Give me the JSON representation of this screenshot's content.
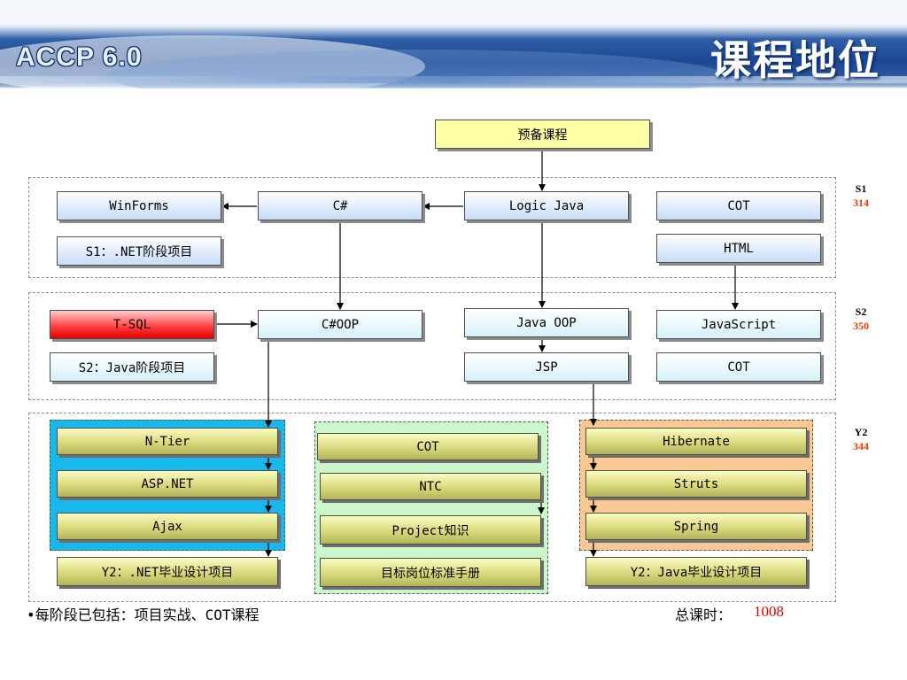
{
  "header": {
    "brand": "ACCP 6.0",
    "title": "课程地位"
  },
  "nodes": {
    "prep": "预备课程",
    "winforms": "WinForms",
    "csharp": "C#",
    "logic_java": "Logic Java",
    "cot_s1": "COT",
    "s1_project": "S1：.NET阶段项目",
    "html": "HTML",
    "tsql": "T-SQL",
    "csharp_oop": "C#OOP",
    "java_oop": "Java OOP",
    "javascript": "JavaScript",
    "s2_project": "S2：Java阶段项目",
    "jsp": "JSP",
    "cot_s2": "COT",
    "ntier": "N-Tier",
    "aspnet": "ASP.NET",
    "ajax": "Ajax",
    "y2_net_project": "Y2：.NET毕业设计项目",
    "cot_y2": "COT",
    "ntc": "NTC",
    "project_knowledge": "Project知识",
    "manual": "目标岗位标准手册",
    "hibernate": "Hibernate",
    "struts": "Struts",
    "spring": "Spring",
    "y2_java_project": "Y2：Java毕业设计项目"
  },
  "stages": [
    {
      "label": "S1",
      "hours": "314"
    },
    {
      "label": "S2",
      "hours": "350"
    },
    {
      "label": "Y2",
      "hours": "344"
    }
  ],
  "footer": {
    "note": "•每阶段已包括：项目实战、COT课程",
    "total_label": "总课时：",
    "total_value": "1008"
  },
  "colors": {
    "accent_red": "#e03c00",
    "group_net": "#17b8ec",
    "group_mid": "#ccf7cc",
    "group_java": "#fbc894"
  }
}
